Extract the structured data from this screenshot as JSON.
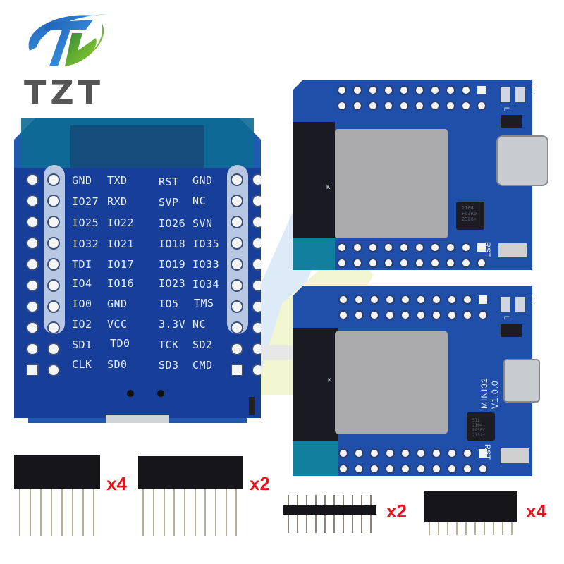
{
  "logo": {
    "text": "TZT",
    "colors": {
      "blue": "#2a7fd4",
      "green": "#5aaa2a",
      "text": "#555555"
    }
  },
  "board_left": {
    "description": "ESP32 mini board, back side with pin labels",
    "pcb_color": "#1a3d8f",
    "pin_labels": {
      "col1": [
        "GND",
        "IO27",
        "IO25",
        "IO32",
        "TDI",
        "IO4",
        "IO0",
        "IO2",
        "SD1",
        "CLK"
      ],
      "col2": [
        "TXD",
        "RXD",
        "IO22",
        "IO21",
        "IO17",
        "IO16",
        "GND",
        "VCC",
        "TD0",
        "SD0"
      ],
      "col3": [
        "RST",
        "SVP",
        "IO26",
        "IO18",
        "IO19",
        "IO23",
        "IO5",
        "3.3V",
        "TCK",
        "SD3"
      ],
      "col4": [
        "GND",
        "NC",
        "SVN",
        "IO35",
        "IO33",
        "IO34",
        "TMS",
        "NC",
        "SD2",
        "CMD"
      ]
    }
  },
  "board_right_top": {
    "description": "ESP32 mini board, front, USB-C",
    "silkscreen": {
      "led_l": "L",
      "led_on": "ON",
      "reset": "RST",
      "antenna_mark": "K"
    },
    "chip_marking": [
      "2104",
      "F03R0",
      "2306+"
    ]
  },
  "board_right_bottom": {
    "description": "ESP32 mini board, front, Micro USB",
    "silkscreen": {
      "led_l": "L",
      "led_on": "ON",
      "reset": "RST",
      "model": "MINI32",
      "version": "V1.0.0",
      "antenna_mark": "K"
    },
    "chip_marking": [
      "SIL",
      "2104",
      "F05PC",
      "2151+"
    ]
  },
  "headers": [
    {
      "type": "female header long pins",
      "pins": 8,
      "quantity_label": "x4"
    },
    {
      "type": "female header long pins",
      "pins": 10,
      "quantity_label": "x2"
    },
    {
      "type": "male pin header",
      "pins": 10,
      "quantity_label": "x2"
    },
    {
      "type": "female header short pins",
      "pins": 10,
      "quantity_label": "x4"
    }
  ],
  "accent_color": "#e8121a"
}
